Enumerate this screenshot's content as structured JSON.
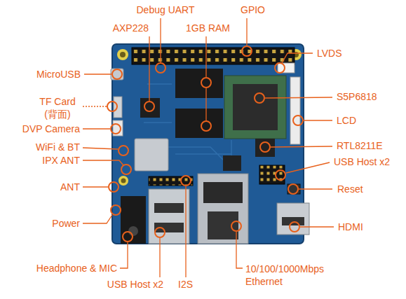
{
  "diagram": {
    "labels": [
      "Debug UART",
      "GPIO",
      "AXP228",
      "1GB RAM",
      "LVDS",
      "MicroUSB",
      "S5P6818",
      "TF Card (背面)",
      "DVP Camera",
      "LCD",
      "WiFi & BT",
      "RTL8211E",
      "IPX ANT",
      "USB Host x2",
      "ANT",
      "Reset",
      "Power",
      "HDMI",
      "Headphone & MIC",
      "10/100/1000Mbps Ethernet",
      "USB Host x2",
      "I2S"
    ]
  }
}
